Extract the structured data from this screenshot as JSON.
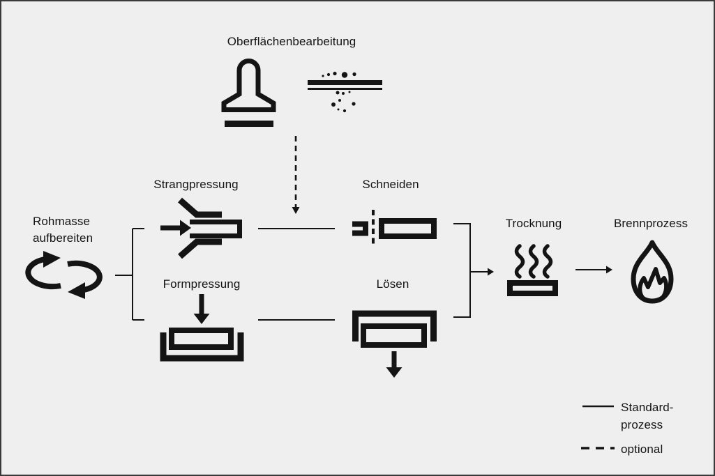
{
  "colors": {
    "bg": "#efefef",
    "border": "#3a3a3a",
    "ink": "#141414"
  },
  "nodes": {
    "surface_treatment": {
      "label": "Oberflächenbearbeitung",
      "icons": [
        "stamp-icon",
        "sprinkled-surface-icon"
      ]
    },
    "raw_preparation": {
      "label_line1": "Rohmasse",
      "label_line2": "aufbereiten",
      "icon": "mixing-cycle-icon"
    },
    "extrusion": {
      "label": "Strangpressung",
      "icon": "extrusion-die-icon"
    },
    "cutting": {
      "label": "Schneiden",
      "icon": "wire-cut-icon"
    },
    "press_molding": {
      "label": "Formpressung",
      "icon": "press-mold-icon"
    },
    "demolding": {
      "label": "Lösen",
      "icon": "demolding-icon"
    },
    "drying": {
      "label": "Trocknung",
      "icon": "steam-drying-icon"
    },
    "firing": {
      "label": "Brennprozess",
      "icon": "flame-icon"
    }
  },
  "legend": {
    "standard_label_line1": "Standard-",
    "standard_label_line2": "prozess",
    "optional_label": "optional"
  }
}
